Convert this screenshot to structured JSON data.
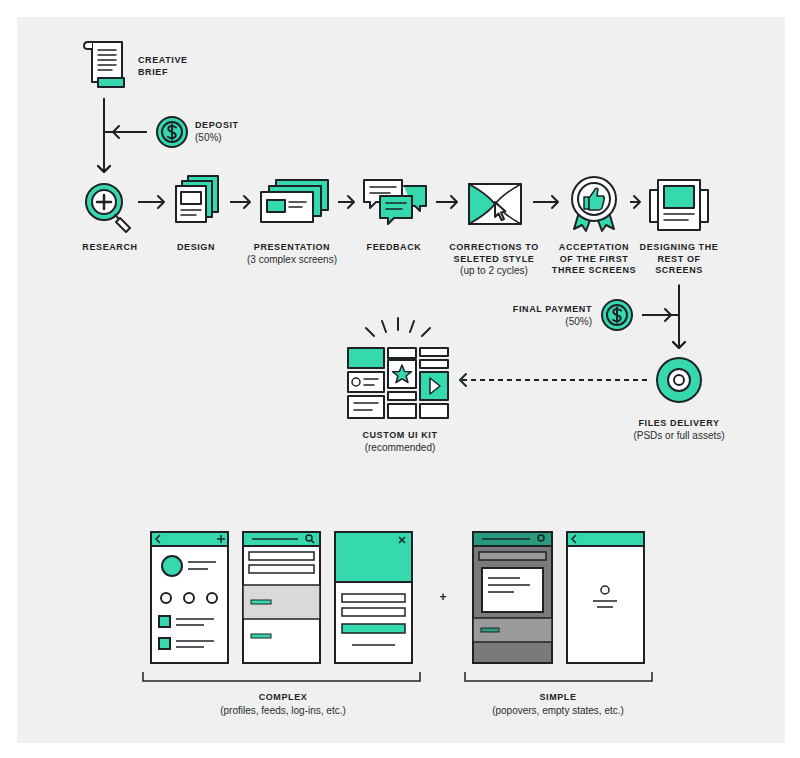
{
  "diagram": {
    "nodes": [
      {
        "text": [
          "CREATIVE BRIEF"
        ]
      },
      {
        "text": [
          "DEPOSIT",
          "(50%)"
        ]
      },
      {
        "text": [
          "RESEARCH"
        ]
      },
      {
        "text": [
          "DESIGN"
        ]
      },
      {
        "text": [
          "PRESENTATION",
          "(3 complex screens)"
        ]
      },
      {
        "text": [
          "FEEDBACK"
        ]
      },
      {
        "text": [
          "CORRECTIONS TO SELETED STYLE",
          "(up to 2 cycles)"
        ]
      },
      {
        "text": [
          "ACCEPTATION OF THE FIRST THREE SCREENS"
        ]
      },
      {
        "text": [
          "DESIGNING THE REST OF SCREENS"
        ]
      },
      {
        "text": [
          "FINAL PAYMENT",
          "(50%)"
        ]
      },
      {
        "text": [
          "FILES DELIVERY",
          "(PSDs or full assets)"
        ]
      },
      {
        "text": [
          "CUSTOM UI KIT",
          "(recommended)"
        ]
      }
    ],
    "edges": [
      {
        "from": 0,
        "to": 2,
        "arrow": "to"
      },
      {
        "from": 1,
        "to": 2,
        "arrow": "to"
      },
      {
        "from": 2,
        "to": 3,
        "arrow": "to"
      },
      {
        "from": 3,
        "to": 4,
        "arrow": "to"
      },
      {
        "from": 4,
        "to": 5,
        "arrow": "to"
      },
      {
        "from": 5,
        "to": 6,
        "arrow": "to"
      },
      {
        "from": 6,
        "to": 7,
        "arrow": "to"
      },
      {
        "from": 7,
        "to": 8,
        "arrow": "to"
      },
      {
        "from": 8,
        "to": 10,
        "arrow": "to"
      },
      {
        "from": 9,
        "to": 10,
        "arrow": "to"
      },
      {
        "from": 10,
        "to": 11,
        "arrow": "to"
      }
    ],
    "labels": [
      "+",
      "COMPLEX",
      "(profiles, feeds, log-ins, etc.)",
      "SIMPLE",
      "(popovers, empty states, etc.)"
    ]
  }
}
